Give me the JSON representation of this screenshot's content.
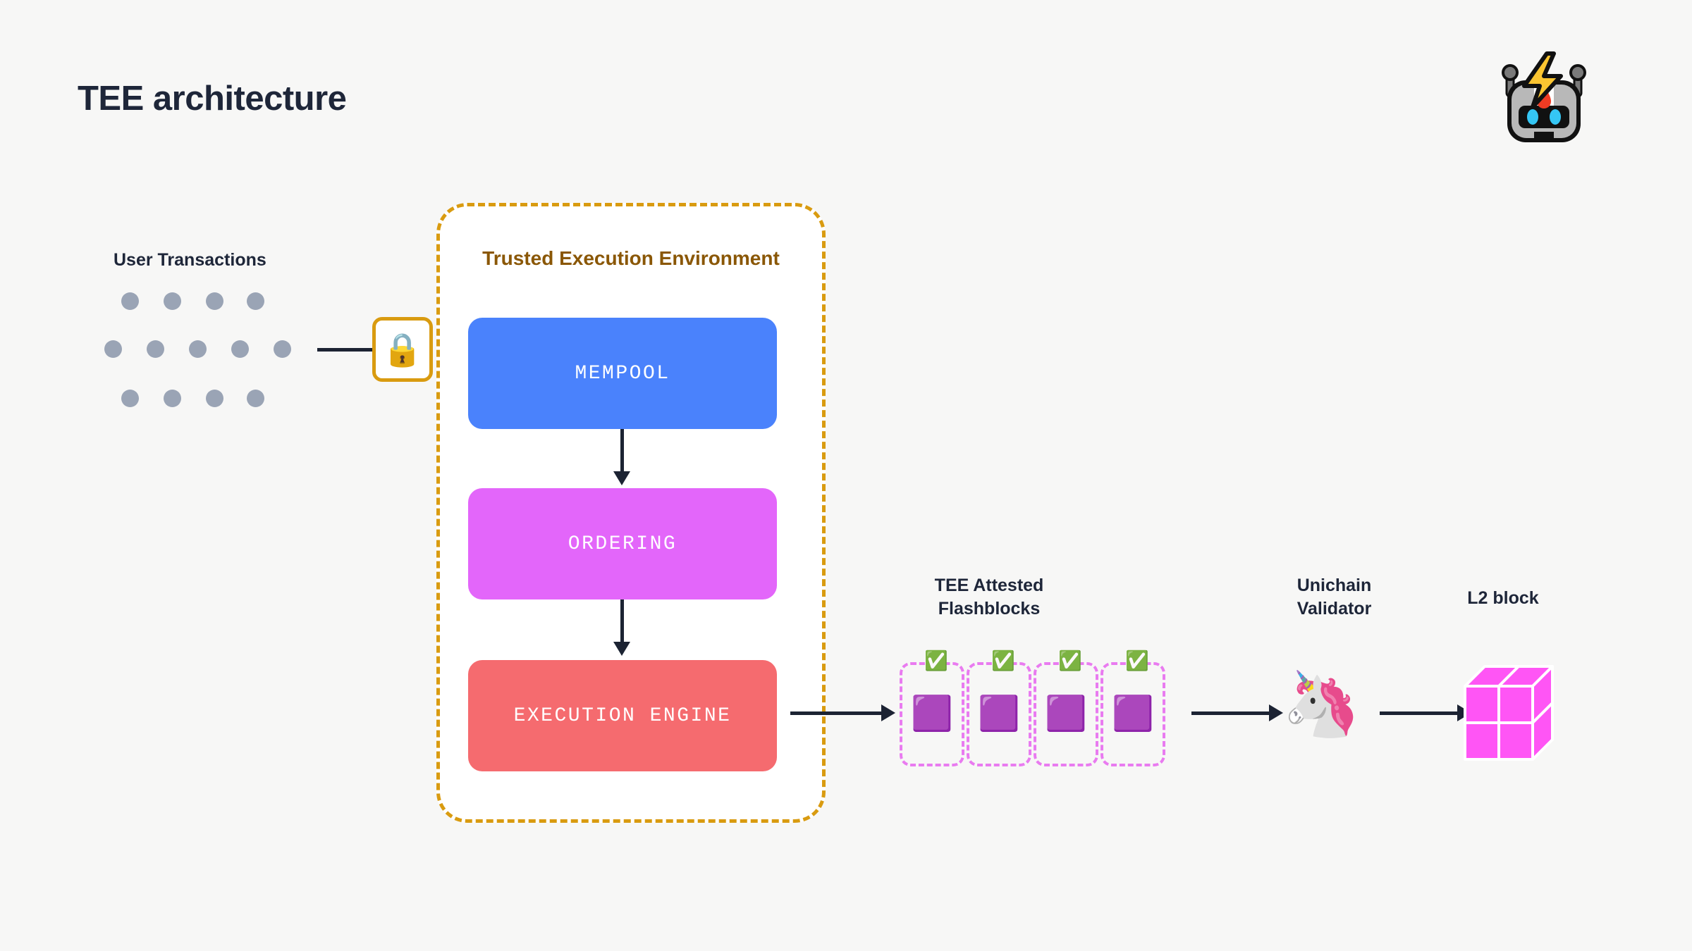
{
  "page": {
    "title": "TEE architecture",
    "background_color": "#f7f7f6",
    "text_color": "#1e2639"
  },
  "brand": {
    "logo_icon": "robot-lightning-icon"
  },
  "left_section": {
    "label": "User Transactions",
    "dot_color": "#9aa4b5",
    "dot_rows": [
      4,
      5,
      4
    ],
    "gate": {
      "icon": "lock-icon",
      "glyph": "🔒",
      "border_color": "#d99b10"
    }
  },
  "tee": {
    "title": "Trusted Execution Environment",
    "title_color": "#8a5706",
    "border_color": "#d99b10",
    "stages": [
      {
        "label": "MEMPOOL",
        "color": "#4a82fc"
      },
      {
        "label": "ORDERING",
        "color": "#e366fa"
      },
      {
        "label": "EXECUTION ENGINE",
        "color": "#f56b6f"
      }
    ]
  },
  "flashblocks": {
    "label_line1": "TEE Attested",
    "label_line2": "Flashblocks",
    "border_color": "#e97bf0",
    "count": 4,
    "block_icon": "pink-cube-icon",
    "block_glyph": "🟪",
    "badge_icon": "green-check-icon",
    "badge_glyph": "✅"
  },
  "validator": {
    "label_line1": "Unichain",
    "label_line2": "Validator",
    "icon": "unicorn-icon",
    "glyph": "🦄"
  },
  "l2_block": {
    "label": "L2 block",
    "icon": "pink-3d-cube-icon",
    "color": "#ff55f5"
  },
  "arrows": {
    "color": "#1c2333",
    "flow": [
      "user-transactions -> lock",
      "lock -> mempool",
      "mempool -> ordering",
      "ordering -> execution engine",
      "execution engine -> flashblocks",
      "flashblocks -> unichain validator",
      "unichain validator -> L2 block"
    ]
  }
}
